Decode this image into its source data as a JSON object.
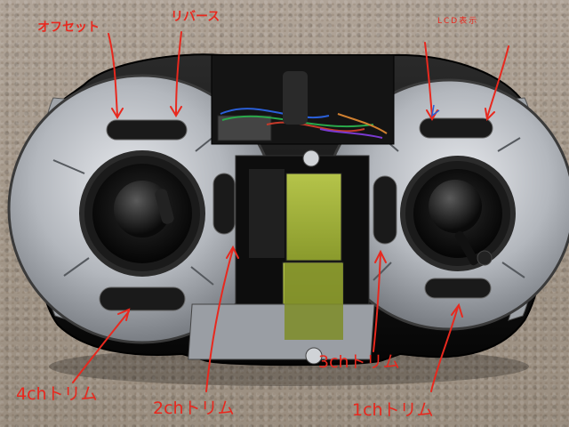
{
  "labels": {
    "offset": "オフセット",
    "reverse": "リバース",
    "lcd": "LCD表示",
    "trim_4ch": "4chトリム",
    "trim_2ch": "2chトリム",
    "trim_3ch": "3chトリム",
    "trim_1ch": "1chトリム"
  },
  "colors": {
    "annotation": "#e8281e",
    "annotation_blue": "#2a5fd8",
    "body_black": "#111111",
    "body_silver": "#b8bcc2",
    "lcd_green": "#9fae38"
  }
}
